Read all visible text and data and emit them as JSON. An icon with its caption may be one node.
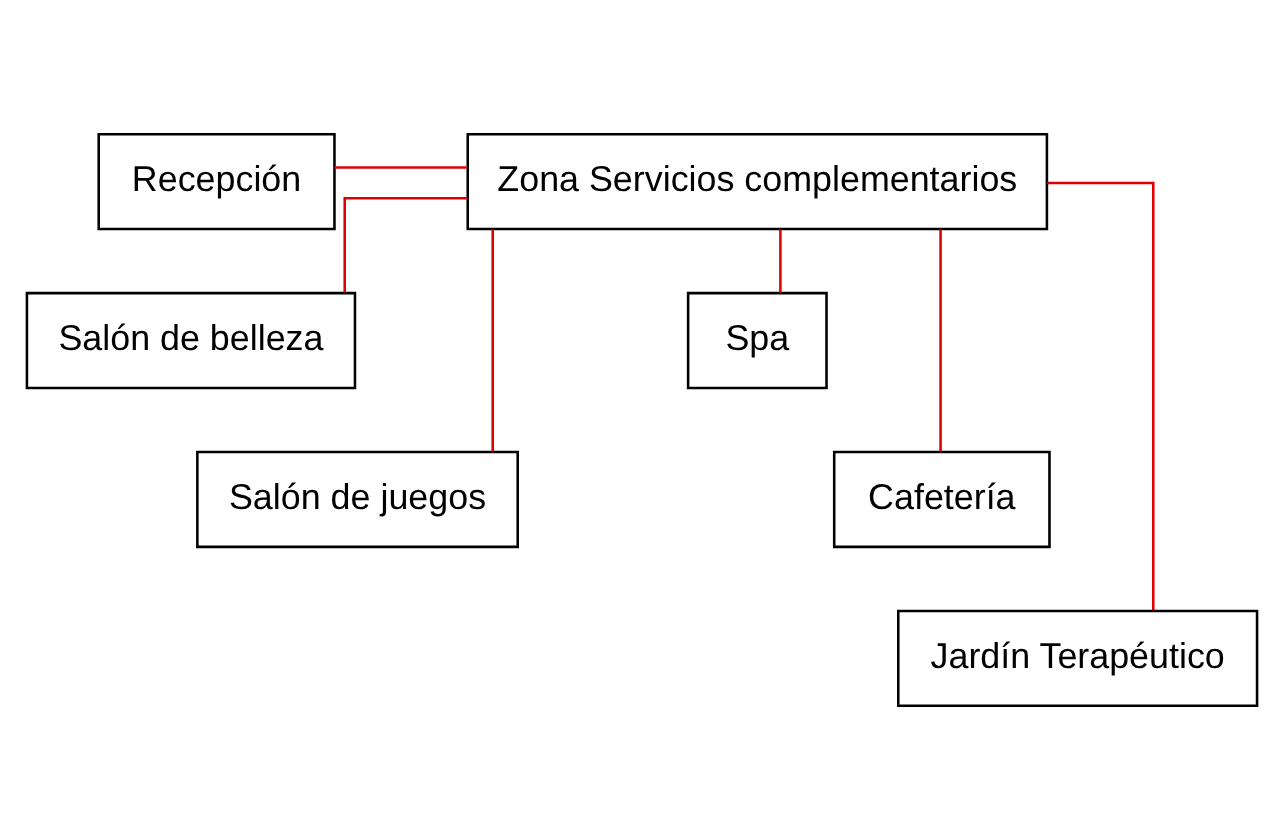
{
  "diagram": {
    "nodes": [
      {
        "text": [
          "Recepción"
        ]
      },
      {
        "text": [
          "Zona Servicios complementarios"
        ]
      },
      {
        "text": [
          "Salón de belleza"
        ]
      },
      {
        "text": [
          "Spa"
        ]
      },
      {
        "text": [
          "Salón de juegos"
        ]
      },
      {
        "text": [
          "Cafetería"
        ]
      },
      {
        "text": [
          "Jardín Terapéutico"
        ]
      }
    ],
    "edges": [
      {
        "from": 0,
        "to": 1,
        "arrow": "none"
      },
      {
        "from": 1,
        "to": 2,
        "arrow": "none"
      },
      {
        "from": 1,
        "to": 3,
        "arrow": "none"
      },
      {
        "from": 1,
        "to": 4,
        "arrow": "none"
      },
      {
        "from": 1,
        "to": 5,
        "arrow": "none"
      },
      {
        "from": 1,
        "to": 6,
        "arrow": "none"
      }
    ]
  }
}
